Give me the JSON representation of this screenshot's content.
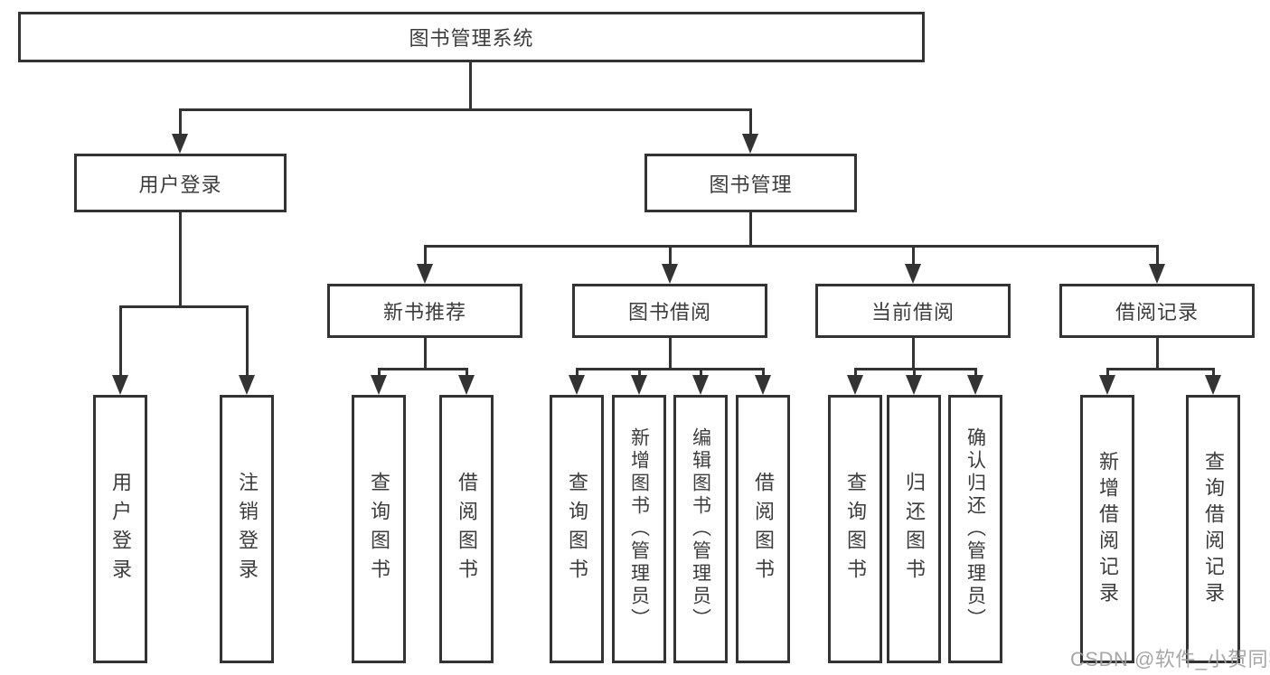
{
  "nodes": {
    "root": "图书管理系统",
    "user_login": "用户登录",
    "book_management": "图书管理",
    "new_book_recommend": "新书推荐",
    "book_borrow": "图书借阅",
    "current_borrow": "当前借阅",
    "borrow_record": "借阅记录",
    "leaf_user_login": "用户登录",
    "leaf_logout_login": "注销登录",
    "leaf_query_book_recommend": "查询图书",
    "leaf_borrow_book_recommend": "借阅图书",
    "leaf_query_book_borrow": "查询图书",
    "leaf_add_book_admin": "新增图书（管理员）",
    "leaf_edit_book_admin": "编辑图书（管理员）",
    "leaf_borrow_book_borrow": "借阅图书",
    "leaf_query_book_current": "查询图书",
    "leaf_return_book": "归还图书",
    "leaf_confirm_return_admin": "确认归还（管理员）",
    "leaf_add_borrow_record": "新增借阅记录",
    "leaf_query_borrow_record": "查询借阅记录"
  },
  "watermark": "CSDN @软件_小贺同学",
  "colors": {
    "stroke": "#333333",
    "text": "#3c3c3c",
    "watermark": "#9e9e9e",
    "background": "#ffffff"
  }
}
